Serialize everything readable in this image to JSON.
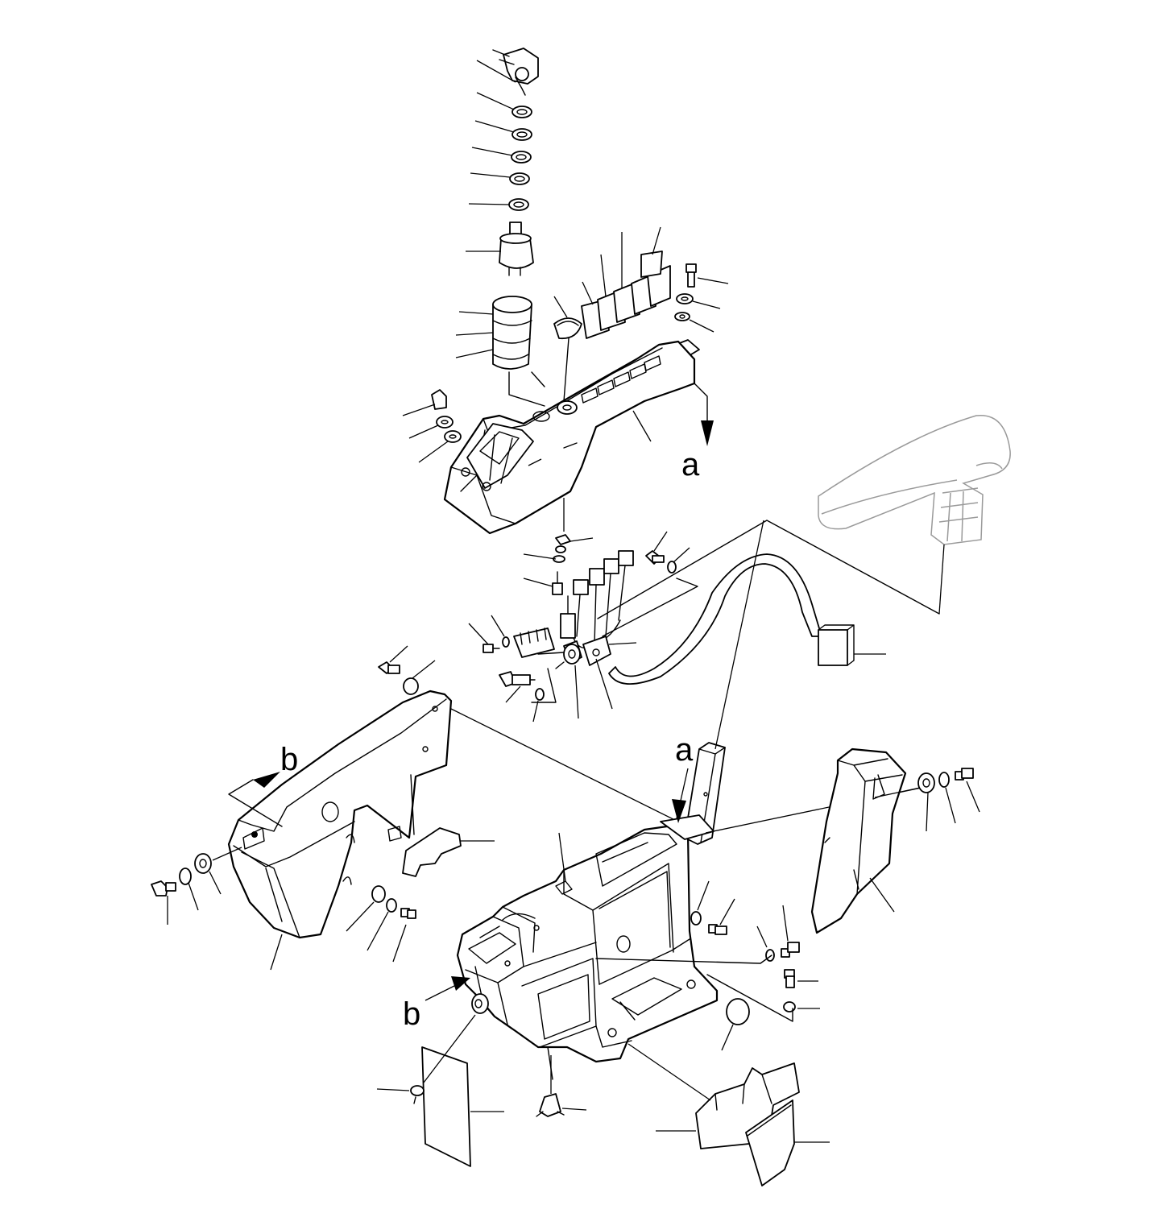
{
  "view_letters": {
    "a_top": "a",
    "a_bottom": "a",
    "b_left": "b",
    "b_bottom": "b"
  }
}
